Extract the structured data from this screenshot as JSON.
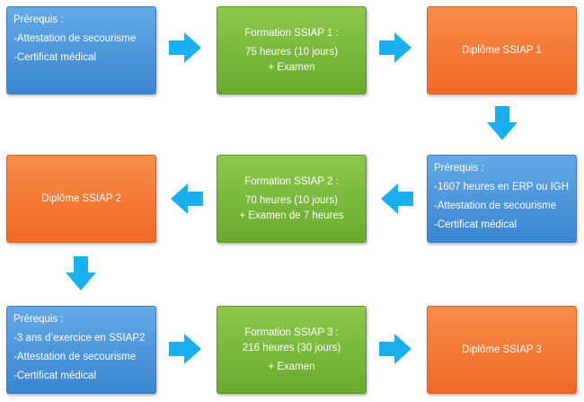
{
  "colors": {
    "blue": "#4a95dc",
    "green": "#79b83c",
    "orange": "#f47a36",
    "arrow": "#1ab0f0"
  },
  "row1": {
    "prereq": {
      "title": "Prérequis :",
      "items": [
        "-Attestation de secourisme",
        "-Certificat médical"
      ]
    },
    "formation": {
      "lines": [
        "Formation SSIAP 1 :",
        "75 heures (10 jours)",
        "+ Examen"
      ]
    },
    "diplome": "Diplôme SSIAP 1"
  },
  "row2": {
    "prereq": {
      "title": "Prérequis :",
      "items": [
        "-1607 heures en ERP ou IGH",
        "-Attestation de secourisme",
        "-Certificat médical"
      ]
    },
    "formation": {
      "lines": [
        "Formation SSIAP 2 :",
        "70 heures (10 jours)",
        "+ Examen de 7 heures"
      ]
    },
    "diplome": "Diplôme SSIAP 2"
  },
  "row3": {
    "prereq": {
      "title": "Prérequis :",
      "items": [
        "-3 ans d’exercice en SSIAP2",
        "-Attestation de secourisme",
        "-Certificat médical"
      ]
    },
    "formation": {
      "lines": [
        "Formation SSIAP 3 :",
        "216 heures (30 jours)",
        "+ Examen"
      ]
    },
    "diplome": "Diplôme SSIAP 3"
  }
}
